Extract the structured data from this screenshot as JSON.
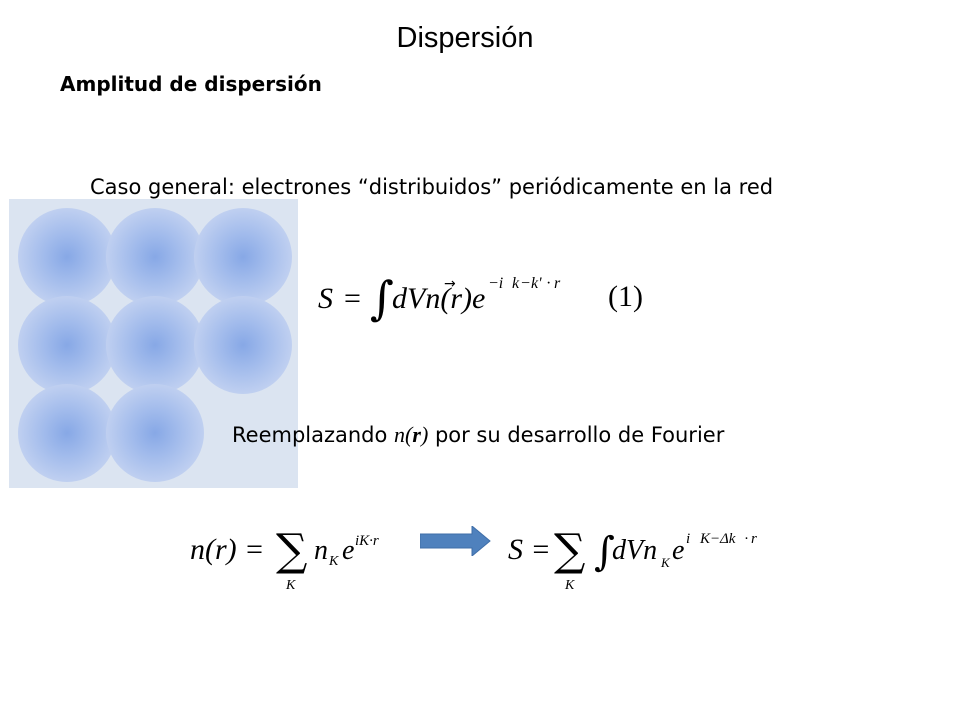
{
  "slide": {
    "title": "Dispersión",
    "subtitle": "Amplitud de dispersión",
    "line1": "Caso general: electrones “distribuidos” periódicamente en la red",
    "line2_pre": "Reemplazando ",
    "line2_math_n": "n(",
    "line2_math_r": "r",
    "line2_math_close": ")",
    "line2_post": " por su desarrollo de Fourier"
  },
  "equations": {
    "eq1": {
      "lhs": "S",
      "eq": "=",
      "integral": "∫",
      "body": "dVn(r)e",
      "r_vec": "r",
      "exp_i": "−i",
      "exp_k": "k",
      "exp_minus": "−",
      "exp_kp": "k'",
      "exp_dot": "·",
      "exp_r": "r",
      "number": "(1)"
    },
    "eq2": {
      "lhs": "n(r) =",
      "sum": "∑",
      "sub": "K",
      "n": "n",
      "nsub": "K",
      "e": "e",
      "exp": "iK·r"
    },
    "eq3": {
      "lhs": "S =",
      "sum": "∑",
      "sub": "K",
      "integral": "∫",
      "body": "dVn",
      "nsub": "K",
      "e": "e",
      "exp_i": "i",
      "exp_K": "K",
      "exp_minus": "−",
      "exp_dk": "Δk",
      "exp_dot": "·",
      "exp_r": "r"
    }
  },
  "colors": {
    "panel": "#dbe4f1",
    "circle_center": "#87a8e6",
    "arrow": "#4f81bd"
  },
  "figure": {
    "circles": [
      [
        0,
        0
      ],
      [
        1,
        0
      ],
      [
        2,
        0
      ],
      [
        0,
        1
      ],
      [
        1,
        1
      ],
      [
        2,
        1
      ],
      [
        0,
        2
      ],
      [
        1,
        2
      ]
    ]
  }
}
